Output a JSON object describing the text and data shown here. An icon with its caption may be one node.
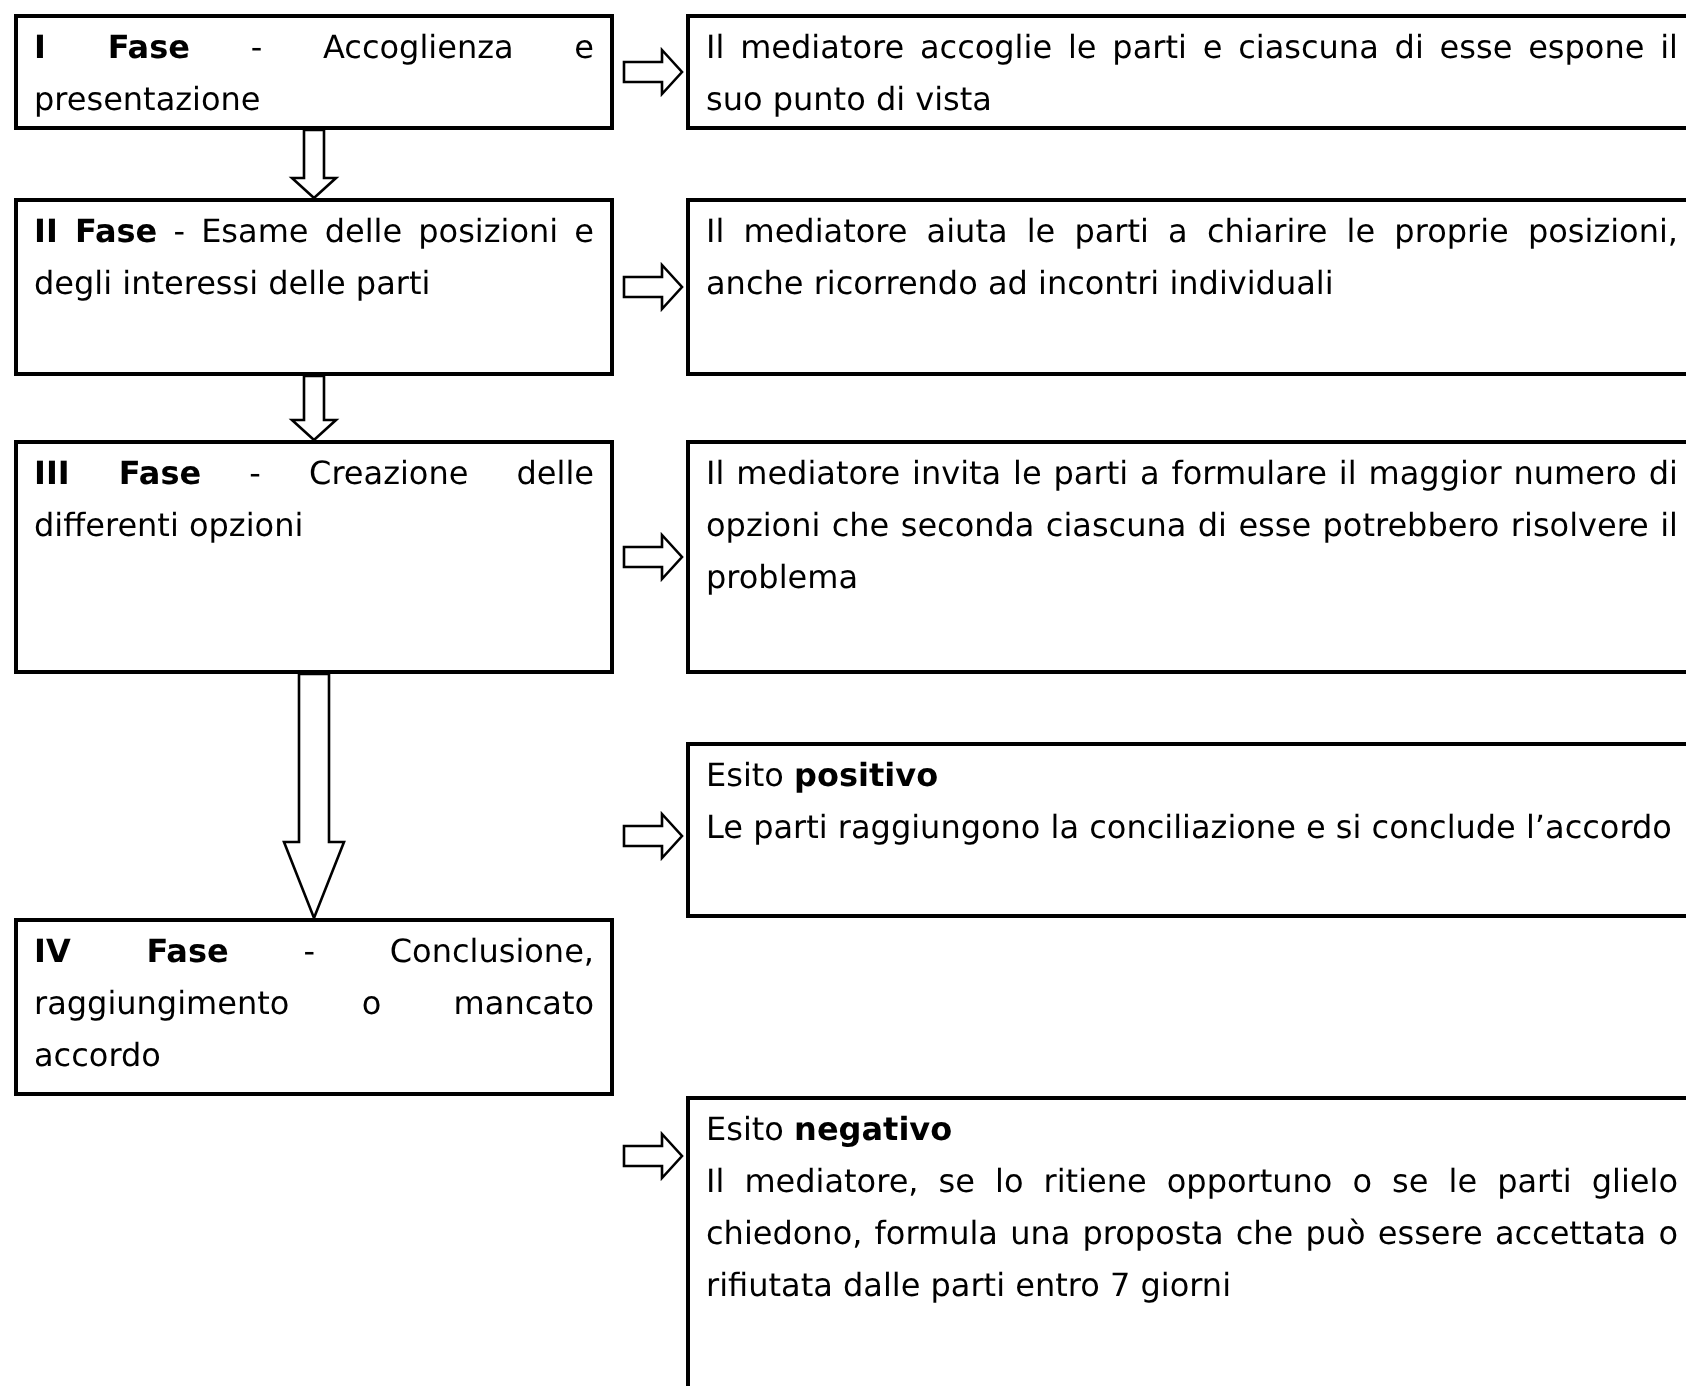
{
  "diagram": {
    "nodes": [
      {
        "text": [
          "**I Fase** - Accoglienza e presentazione"
        ]
      },
      {
        "text": [
          "Il mediatore accoglie le parti e ciascuna di esse espone il suo punto di vista"
        ]
      },
      {
        "text": [
          "**II Fase** - Esame delle posizioni e degli interessi delle parti"
        ]
      },
      {
        "text": [
          "Il mediatore aiuta le parti a chiarire le proprie posizioni, anche ricorrendo ad incontri individuali"
        ]
      },
      {
        "text": [
          "**III Fase** - Creazione delle differenti opzioni"
        ]
      },
      {
        "text": [
          "Il mediatore invita le parti a formulare il maggior numero di opzioni che seconda ciascuna di esse potrebbero risolvere il problema"
        ]
      },
      {
        "text": [
          "Esito **positivo**",
          "Le parti raggiungono la conciliazione e si conclude l’accordo"
        ]
      },
      {
        "text": [
          "**IV Fase** - Conclusione, raggiungimento o mancato accordo"
        ]
      },
      {
        "text": [
          "Esito **negativo**",
          "Il mediatore, se lo ritiene opportuno o se le parti glielo chiedono, formula una proposta che può essere accettata o rifiutata dalle parti entro 7 giorni"
        ]
      }
    ],
    "edges": [
      {
        "from": 0,
        "to": 2,
        "arrow": "to"
      },
      {
        "from": 2,
        "to": 4,
        "arrow": "to"
      },
      {
        "from": 4,
        "to": 7,
        "arrow": "to"
      },
      {
        "from": 0,
        "to": 1,
        "arrow": "to"
      },
      {
        "from": 2,
        "to": 3,
        "arrow": "to"
      },
      {
        "from": 4,
        "to": 5,
        "arrow": "to"
      },
      {
        "from": null,
        "to": 6,
        "arrow": "to"
      },
      {
        "from": null,
        "to": 8,
        "arrow": "to"
      }
    ]
  }
}
